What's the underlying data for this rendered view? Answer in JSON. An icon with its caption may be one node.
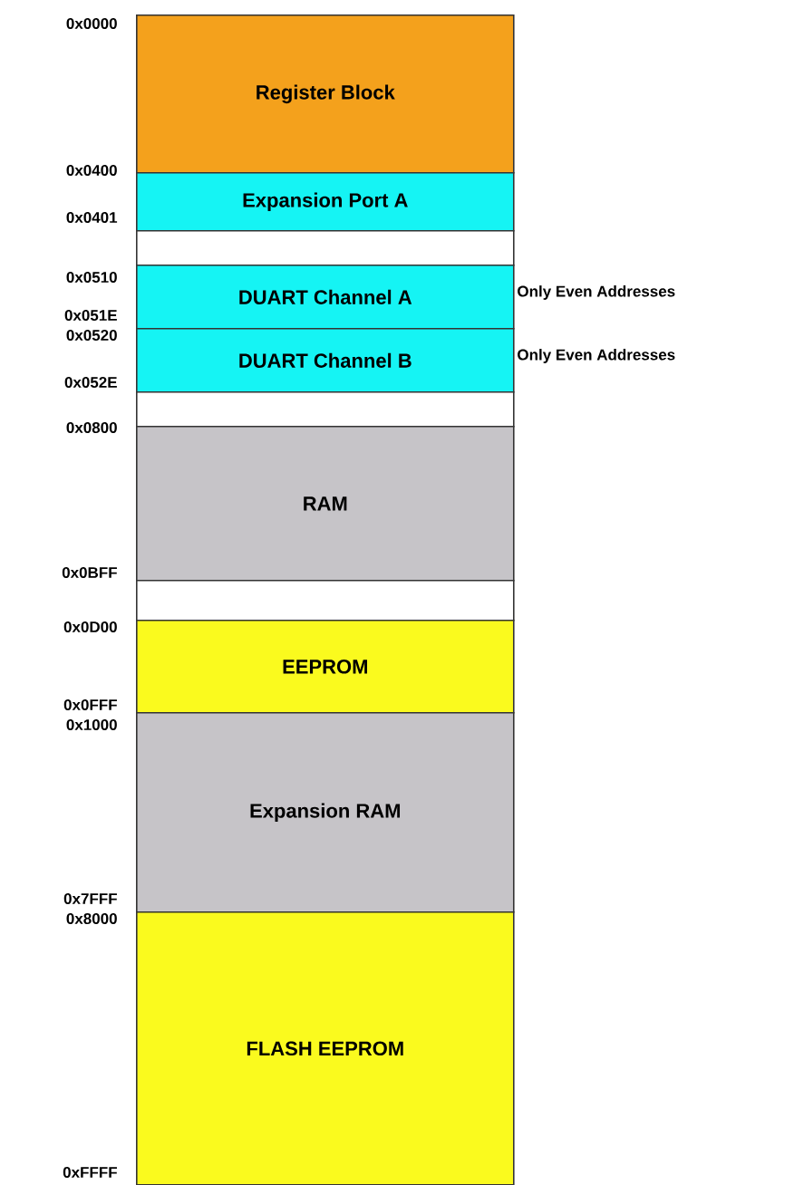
{
  "diagram": {
    "nodes": [
      {
        "text": [
          "Register Block"
        ]
      },
      {
        "text": [
          "Expansion Port A"
        ]
      },
      {
        "text": [],
        "shape": "box"
      },
      {
        "text": [
          "DUART Channel A"
        ],
        "beside": [
          "Only Even Addresses"
        ]
      },
      {
        "text": [
          "DUART Channel B"
        ],
        "beside": [
          "Only Even Addresses"
        ]
      },
      {
        "text": [],
        "shape": "box"
      },
      {
        "text": [
          "RAM"
        ]
      },
      {
        "text": [],
        "shape": "box"
      },
      {
        "text": [
          "EEPROM"
        ]
      },
      {
        "text": [
          "Expansion RAM"
        ]
      },
      {
        "text": [
          "FLASH EEPROM"
        ]
      }
    ],
    "labels": [
      "0x0000",
      "0x0400",
      "0x0401",
      "0x0510",
      "0x051E",
      "0x0520",
      "0x052E",
      "0x0800",
      "0x0BFF",
      "0x0D00",
      "0x0FFF",
      "0x1000",
      "0x7FFF",
      "0x8000",
      "0xFFFF"
    ]
  }
}
